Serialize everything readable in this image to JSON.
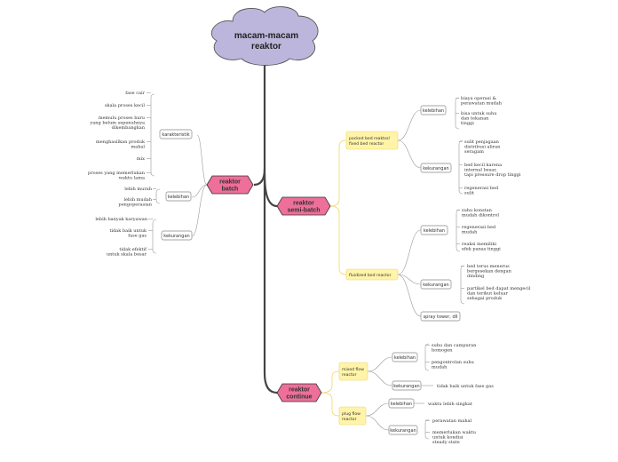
{
  "root": {
    "line1": "macam-macam",
    "line2": "reaktor"
  },
  "batch": {
    "title": [
      "reaktor",
      "batch"
    ],
    "karakteristik": {
      "label": "karakteristik",
      "items": [
        [
          "fase cair"
        ],
        [
          "skala proses kecil"
        ],
        [
          "memulu proses baru",
          "yang belum sepenuhnya",
          "dikembangkan"
        ],
        [
          "menghasilkan produk",
          "mahal"
        ],
        [
          "mix"
        ],
        [
          "proses yang memerlukan",
          "waktu lama"
        ]
      ]
    },
    "kelebihan": {
      "label": "kelebihan",
      "items": [
        [
          "lebih murah"
        ],
        [
          "lebih mudah",
          "pengoperasian"
        ]
      ]
    },
    "kekurangan": {
      "label": "kekurangan",
      "items": [
        [
          "lebih banyak karyawan"
        ],
        [
          "tidak baik untuk",
          "fase gas"
        ],
        [
          "tidak efektif",
          "untuk skala besar"
        ]
      ]
    }
  },
  "semibatch": {
    "title": [
      "reaktor",
      "semi-batch"
    ],
    "packed": {
      "label": [
        "packed bed reaktor/",
        "fixed bed reactor"
      ],
      "kelebihan": {
        "label": "kelebihan",
        "items": [
          [
            "biaya operasi &",
            "perawatan mudah"
          ],
          [
            "bisa untuk suhu",
            "dan tekanan",
            "tinggi"
          ]
        ]
      },
      "kekurangan": {
        "label": "kekurangan",
        "items": [
          [
            "sulit penjagaan",
            "distribusi aliran",
            "seragam"
          ],
          [
            "bed kecil karena",
            "internal besar,",
            "tapi pressure drop tinggi"
          ],
          [
            "regenerasi bed",
            "sulit"
          ]
        ]
      }
    },
    "fluidized": {
      "label": "fluidized bed reactor",
      "kelebihan": {
        "label": "kelebihan",
        "items": [
          [
            "suhu konstan",
            "mudah dikontrol"
          ],
          [
            "regenerasi bed",
            "mudah"
          ],
          [
            "reaksi memiliki",
            "efek panas tinggi"
          ]
        ]
      },
      "kekurangan": {
        "label": "kekurangan",
        "items": [
          [
            "bed terus menerus",
            "bergesekan dengan",
            "dinding"
          ],
          [
            "partikel bed dapat mengecil",
            "dan terikut keluar",
            "sebagai produk"
          ]
        ]
      },
      "other": "spray tower, dll"
    }
  },
  "continue": {
    "title": [
      "reaktor",
      "continue"
    ],
    "mixed": {
      "label": [
        "mixed flow",
        "reactor"
      ],
      "kelebihan": {
        "label": "kelebihan",
        "items": [
          [
            "suhu dan campuran",
            "homogen"
          ],
          [
            "pengontrolan suhu",
            "mudah"
          ]
        ]
      },
      "kekurangan": {
        "label": "kekurangan",
        "items": [
          [
            "tidak baik untuk fase gas"
          ]
        ]
      }
    },
    "plug": {
      "label": [
        "plug flow",
        "reactor"
      ],
      "kelebihan": {
        "label": "kelebihan",
        "items": [
          [
            "waktu lebih singkat"
          ]
        ]
      },
      "kekurangan": {
        "label": "kekurangan",
        "items": [
          [
            "perawatan mahal"
          ],
          [
            "memerlukan waktu",
            "untuk kondisi",
            "steady state"
          ]
        ]
      }
    }
  }
}
